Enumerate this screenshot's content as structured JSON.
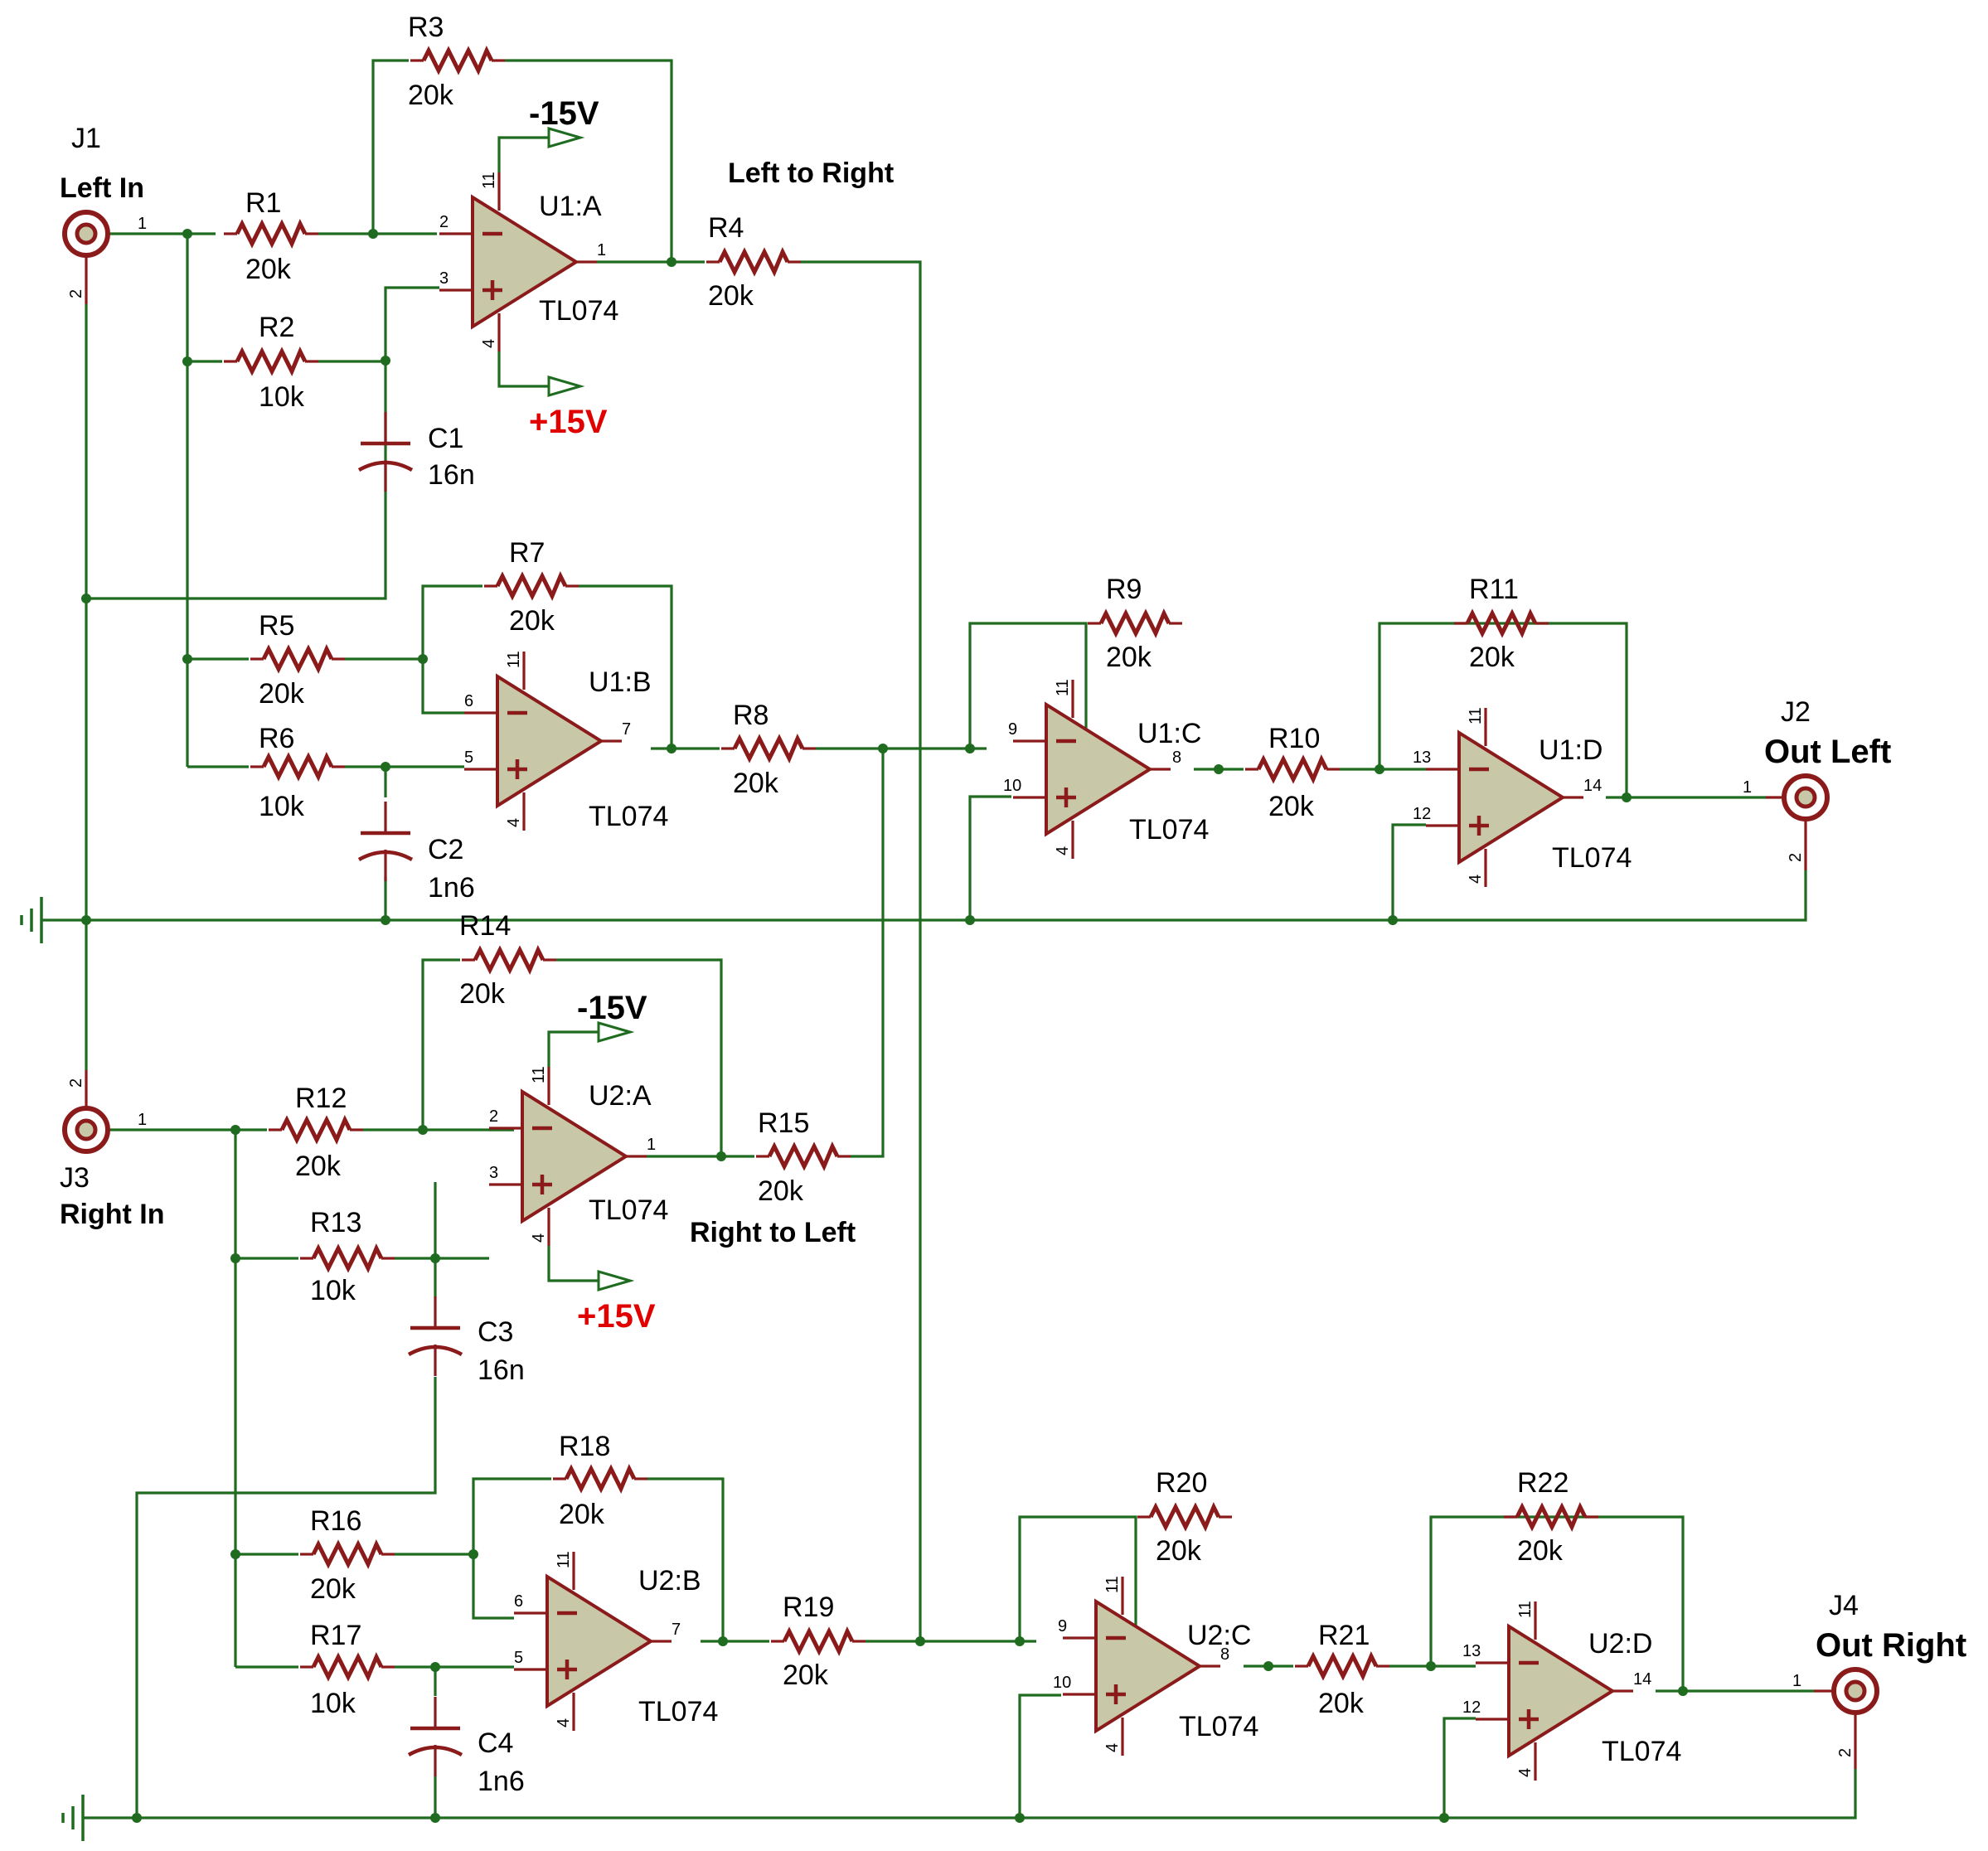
{
  "connectors": {
    "j1": {
      "ref": "J1",
      "label": "Left In",
      "pin1": "1",
      "pin2": "2"
    },
    "j2": {
      "ref": "J2",
      "label": "Out Left",
      "pin1": "1",
      "pin2": "2"
    },
    "j3": {
      "ref": "J3",
      "label": "Right In",
      "pin1": "1",
      "pin2": "2"
    },
    "j4": {
      "ref": "J4",
      "label": "Out Right",
      "pin1": "1",
      "pin2": "2"
    }
  },
  "resistors": {
    "r1": {
      "ref": "R1",
      "value": "20k"
    },
    "r2": {
      "ref": "R2",
      "value": "10k"
    },
    "r3": {
      "ref": "R3",
      "value": "20k"
    },
    "r4": {
      "ref": "R4",
      "value": "20k"
    },
    "r5": {
      "ref": "R5",
      "value": "20k"
    },
    "r6": {
      "ref": "R6",
      "value": "10k"
    },
    "r7": {
      "ref": "R7",
      "value": "20k"
    },
    "r8": {
      "ref": "R8",
      "value": "20k"
    },
    "r9": {
      "ref": "R9",
      "value": "20k"
    },
    "r10": {
      "ref": "R10",
      "value": "20k"
    },
    "r11": {
      "ref": "R11",
      "value": "20k"
    },
    "r12": {
      "ref": "R12",
      "value": "20k"
    },
    "r13": {
      "ref": "R13",
      "value": "10k"
    },
    "r14": {
      "ref": "R14",
      "value": "20k"
    },
    "r15": {
      "ref": "R15",
      "value": "20k"
    },
    "r16": {
      "ref": "R16",
      "value": "20k"
    },
    "r17": {
      "ref": "R17",
      "value": "10k"
    },
    "r18": {
      "ref": "R18",
      "value": "20k"
    },
    "r19": {
      "ref": "R19",
      "value": "20k"
    },
    "r20": {
      "ref": "R20",
      "value": "20k"
    },
    "r21": {
      "ref": "R21",
      "value": "20k"
    },
    "r22": {
      "ref": "R22",
      "value": "20k"
    }
  },
  "capacitors": {
    "c1": {
      "ref": "C1",
      "value": "16n"
    },
    "c2": {
      "ref": "C2",
      "value": "1n6"
    },
    "c3": {
      "ref": "C3",
      "value": "16n"
    },
    "c4": {
      "ref": "C4",
      "value": "1n6"
    }
  },
  "opamps": {
    "u1a": {
      "ref": "U1:A",
      "part": "TL074",
      "pin_inv": "2",
      "pin_noninv": "3",
      "pin_out": "1",
      "pin_vtop": "11",
      "pin_vbot": "4"
    },
    "u1b": {
      "ref": "U1:B",
      "part": "TL074",
      "pin_inv": "6",
      "pin_noninv": "5",
      "pin_out": "7",
      "pin_vtop": "11",
      "pin_vbot": "4"
    },
    "u1c": {
      "ref": "U1:C",
      "part": "TL074",
      "pin_inv": "9",
      "pin_noninv": "10",
      "pin_out": "8",
      "pin_vtop": "11",
      "pin_vbot": "4"
    },
    "u1d": {
      "ref": "U1:D",
      "part": "TL074",
      "pin_inv": "13",
      "pin_noninv": "12",
      "pin_out": "14",
      "pin_vtop": "11",
      "pin_vbot": "4"
    },
    "u2a": {
      "ref": "U2:A",
      "part": "TL074",
      "pin_inv": "2",
      "pin_noninv": "3",
      "pin_out": "1",
      "pin_vtop": "11",
      "pin_vbot": "4"
    },
    "u2b": {
      "ref": "U2:B",
      "part": "TL074",
      "pin_inv": "6",
      "pin_noninv": "5",
      "pin_out": "7",
      "pin_vtop": "11",
      "pin_vbot": "4"
    },
    "u2c": {
      "ref": "U2:C",
      "part": "TL074",
      "pin_inv": "9",
      "pin_noninv": "10",
      "pin_out": "8",
      "pin_vtop": "11",
      "pin_vbot": "4"
    },
    "u2d": {
      "ref": "U2:D",
      "part": "TL074",
      "pin_inv": "13",
      "pin_noninv": "12",
      "pin_out": "14",
      "pin_vtop": "11",
      "pin_vbot": "4"
    }
  },
  "power": {
    "u1_neg": "-15V",
    "u1_pos": "+15V",
    "u2_neg": "-15V",
    "u2_pos": "+15V",
    "pos_color": "#e00000"
  },
  "annotations": {
    "left_to_right": "Left to Right",
    "right_to_left": "Right to Left"
  },
  "colors": {
    "wire": "#1f6b1f",
    "component": "#8b1a1a",
    "opamp_fill": "#c8c8a8"
  }
}
